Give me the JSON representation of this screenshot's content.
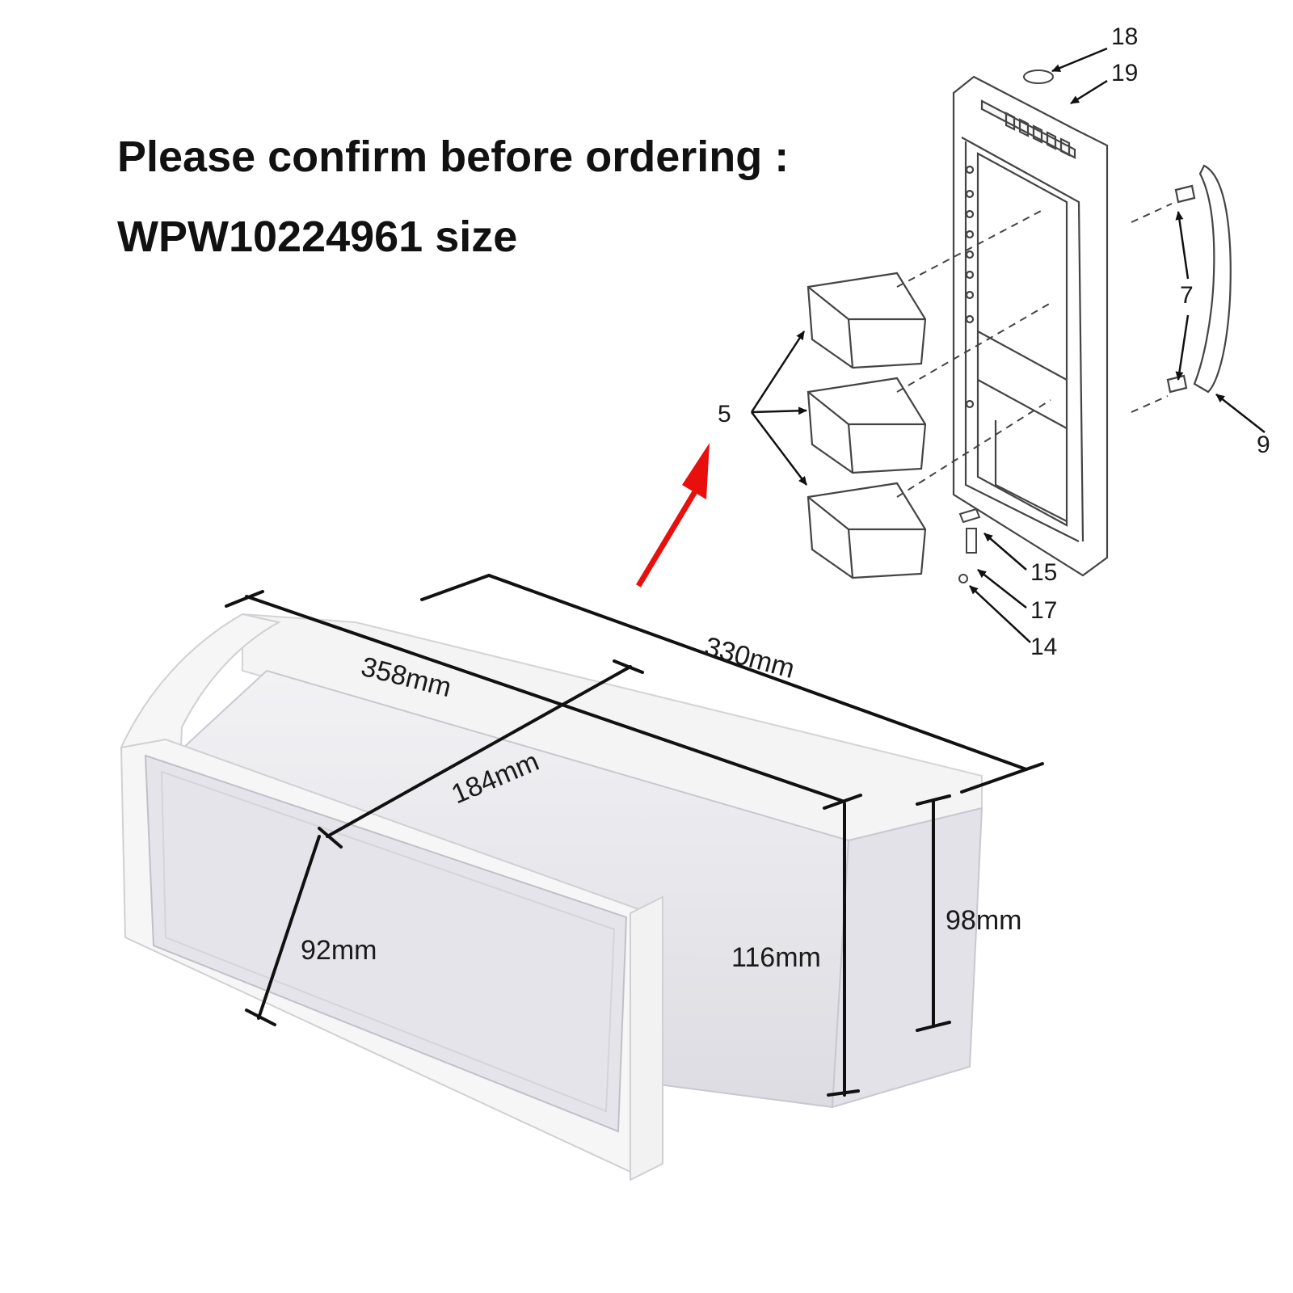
{
  "header": {
    "line1": "Please confirm before ordering :",
    "line2": "WPW10224961 size"
  },
  "dimensions": {
    "length_330": "330mm",
    "length_358": "358mm",
    "depth_184": "184mm",
    "front_92": "92mm",
    "height_116": "116mm",
    "height_98": "98mm"
  },
  "callouts": {
    "c18": "18",
    "c19": "19",
    "c7": "7",
    "c9": "9",
    "c5": "5",
    "c15": "15",
    "c17": "17",
    "c14": "14"
  },
  "colors": {
    "arrow_highlight": "#e8100c",
    "dimension_line": "#111111",
    "bin_frame": "#f4f4f4",
    "bin_clear": "#e8e8ec"
  }
}
